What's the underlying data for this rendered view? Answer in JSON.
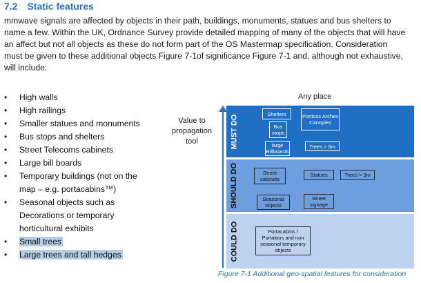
{
  "heading": {
    "number": "7.2",
    "title": "Static features"
  },
  "paragraph_lines": [
    "mmwave signals are affected by objects in their path, buildings, monuments, statues and bus shelters to",
    "name a few. Within the UK, Ordnance Survey provide detailed mapping of many of the objects that will have",
    "an affect but not all objects as these do not form part of the OS Mastermap specification. Consideration",
    "must be given to these additional objects Figure 7-1of significance Figure 7-1 and, although not exhaustive,",
    "will include:"
  ],
  "bullets": [
    {
      "text": "High walls",
      "bullet": "•",
      "highlight": false
    },
    {
      "text": "High railings",
      "bullet": "•",
      "highlight": false
    },
    {
      "text": "Smaller statues and monuments",
      "bullet": "•",
      "highlight": false
    },
    {
      "text": "Bus stops and shelters",
      "bullet": "•",
      "highlight": false
    },
    {
      "text": "Street Telecoms cabinets",
      "bullet": "•",
      "highlight": false
    },
    {
      "text": "Large bill boards",
      "bullet": "•",
      "highlight": false
    },
    {
      "text": "Temporary buildings (not on the",
      "bullet": "•",
      "highlight": false
    },
    {
      "text": "map – e.g. portacabins™)",
      "bullet": "",
      "highlight": false
    },
    {
      "text": "Seasonal objects such as",
      "bullet": "•",
      "highlight": false
    },
    {
      "text": "Decorations or temporary",
      "bullet": "",
      "highlight": false
    },
    {
      "text": "horticultural exhibits",
      "bullet": "",
      "highlight": false
    },
    {
      "text": "Small trees",
      "bullet": "•",
      "highlight": true
    },
    {
      "text": "Large trees and tall hedges",
      "bullet": "•",
      "highlight": true
    }
  ],
  "figure": {
    "top_label": "Any place",
    "axis_label_lines": [
      "Value to",
      "propagation",
      "tool"
    ],
    "bands": {
      "must": {
        "label": "MUST DO",
        "color": "#1f6fc5",
        "items": [
          "Shelters",
          "Porticos Arches Canopies",
          "Bus stops",
          "large Billboards",
          "Trees > 5m"
        ]
      },
      "should": {
        "label": "SHOULD DO",
        "color": "#6d9ee0",
        "items": [
          "Street cabinets",
          "Statues",
          "Trees > 3m",
          "Seasonal objects",
          "Street signage"
        ]
      },
      "could": {
        "label": "COULD DO",
        "color": "#bdd2ef",
        "items": [
          "Portacabins / Portaloos and non seasonal temporary objects"
        ]
      }
    },
    "caption": "Figure 7-1 Additional geo-spatial features for consideration"
  }
}
